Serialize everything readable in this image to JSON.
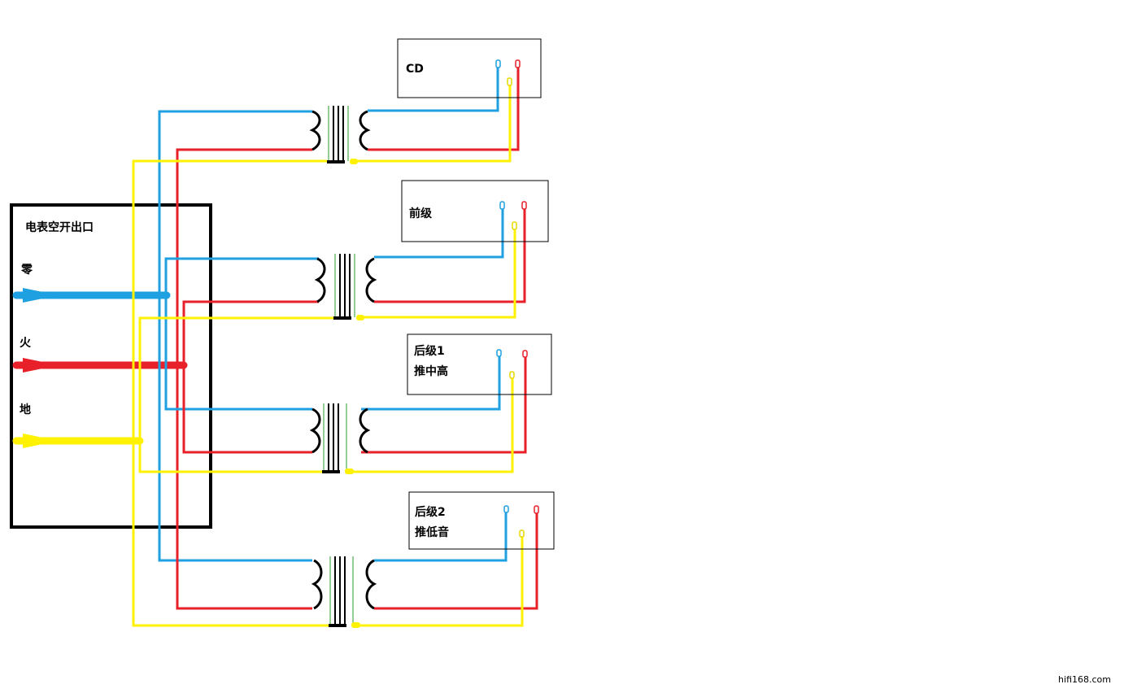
{
  "panel": {
    "title": "电表空开出口",
    "neutral_label": "零",
    "live_label": "火",
    "ground_label": "地"
  },
  "devices": [
    {
      "name_line1": "CD",
      "name_line2": ""
    },
    {
      "name_line1": "前级",
      "name_line2": ""
    },
    {
      "name_line1": "后级1",
      "name_line2": "推中高"
    },
    {
      "name_line1": "后级2",
      "name_line2": "推低音"
    }
  ],
  "colors": {
    "neutral": "#1fa0e0",
    "live": "#e8202a",
    "ground": "#fff200",
    "outline": "#000000",
    "core": "#000000",
    "shield": "#2a9a2a"
  },
  "watermark": "hifi168.com"
}
